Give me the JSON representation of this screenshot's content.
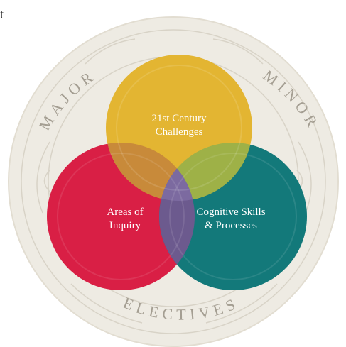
{
  "stray_text": "t",
  "ring": {
    "top_left": "MAJOR",
    "top_right": "MINOR",
    "bottom": "ELECTIVES"
  },
  "circles": {
    "top": {
      "line1": "21st Century",
      "line2": "Challenges",
      "color": "#e3b532"
    },
    "left": {
      "line1": "Areas of",
      "line2": "Inquiry",
      "color": "#d91f45"
    },
    "right": {
      "line1": "Cognitive Skills",
      "line2": "& Processes",
      "color": "#13797a"
    }
  },
  "overlap_colors": {
    "top_right": "#9eb147",
    "top_left": "#c88a3a",
    "left_right": "#6c5a8e",
    "center": "#7c6aa0"
  },
  "background_colors": {
    "disc": "#eeebe3",
    "ornament": "#d8d3c7"
  }
}
